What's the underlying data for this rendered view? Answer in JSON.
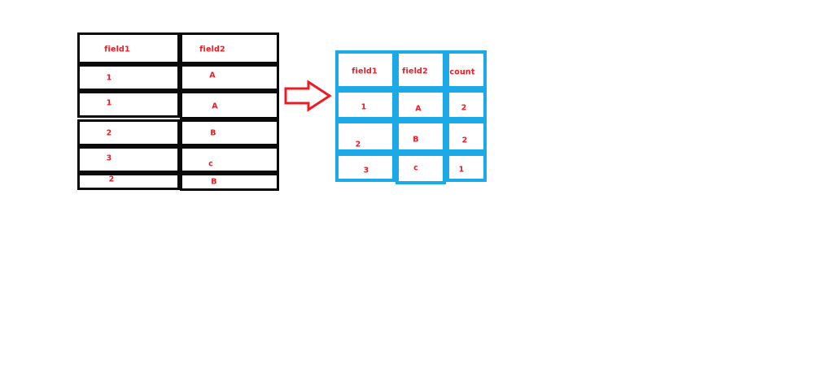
{
  "diagram": {
    "title_semantic": "group-by-count-aggregation",
    "colors": {
      "source_border": "#0a0a0a",
      "result_border": "#1ca9e8",
      "text": "#ed1c24",
      "arrow": "#ed1c24",
      "background": "#ffffff"
    },
    "arrow": {
      "direction": "right",
      "style": "outlined",
      "label": ""
    }
  },
  "source_table": {
    "name": "source-table",
    "columns": [
      "field1",
      "field2"
    ],
    "rows": [
      [
        "1",
        "A"
      ],
      [
        "1",
        "A"
      ],
      [
        "2",
        "B"
      ],
      [
        "3",
        "c"
      ],
      [
        "2",
        "B"
      ]
    ]
  },
  "result_table": {
    "name": "result-table",
    "columns": [
      "field1",
      "field2",
      "count"
    ],
    "rows": [
      [
        "1",
        "A",
        "2"
      ],
      [
        "2",
        "B",
        "2"
      ],
      [
        "3",
        "c",
        "1"
      ]
    ]
  },
  "chart_data": {
    "type": "table",
    "title": "",
    "tables": [
      {
        "id": "source",
        "headers": [
          "field1",
          "field2"
        ],
        "rows": [
          [
            "1",
            "A"
          ],
          [
            "1",
            "A"
          ],
          [
            "2",
            "B"
          ],
          [
            "3",
            "c"
          ],
          [
            "2",
            "B"
          ]
        ]
      },
      {
        "id": "result",
        "headers": [
          "field1",
          "field2",
          "count"
        ],
        "rows": [
          [
            "1",
            "A",
            "2"
          ],
          [
            "2",
            "B",
            "2"
          ],
          [
            "3",
            "c",
            "1"
          ]
        ]
      }
    ]
  }
}
